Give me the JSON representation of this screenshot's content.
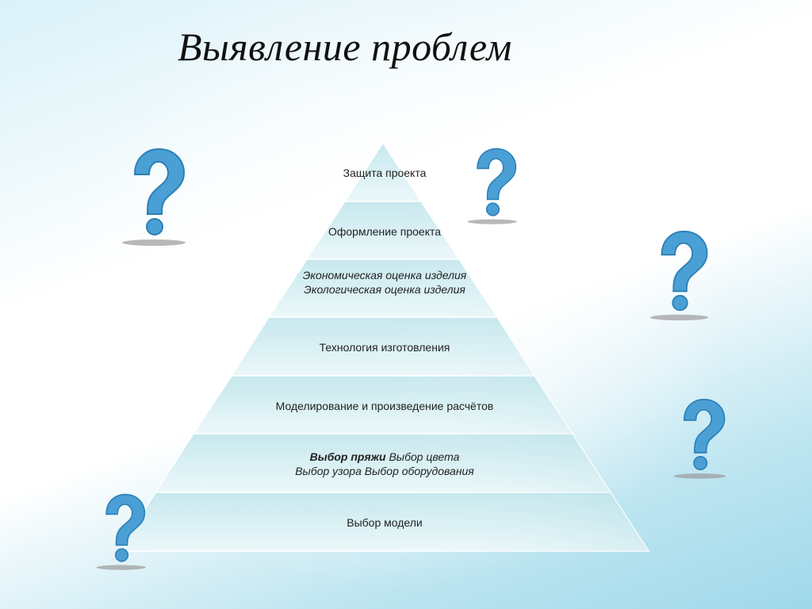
{
  "title": "Выявление проблем",
  "pyramid": {
    "tiers": [
      {
        "text": "Защита  проекта"
      },
      {
        "text": "Оформление проекта"
      },
      {
        "line1": "Экономическая оценка изделия",
        "line2": "Экологическая оценка изделия"
      },
      {
        "text": "Технология  изготовления"
      },
      {
        "text": "Моделирование и произведение расчётов"
      },
      {
        "line1_bold": "Выбор пряжи",
        "line1_rest": " Выбор цвета",
        "line2": "Выбор узора Выбор оборудования"
      },
      {
        "text": "Выбор модели"
      }
    ]
  },
  "icons": {
    "question_marks": [
      "question-mark-icon",
      "question-mark-icon",
      "question-mark-icon",
      "question-mark-icon",
      "question-mark-icon"
    ],
    "accent_color": "#4a9fd4"
  }
}
